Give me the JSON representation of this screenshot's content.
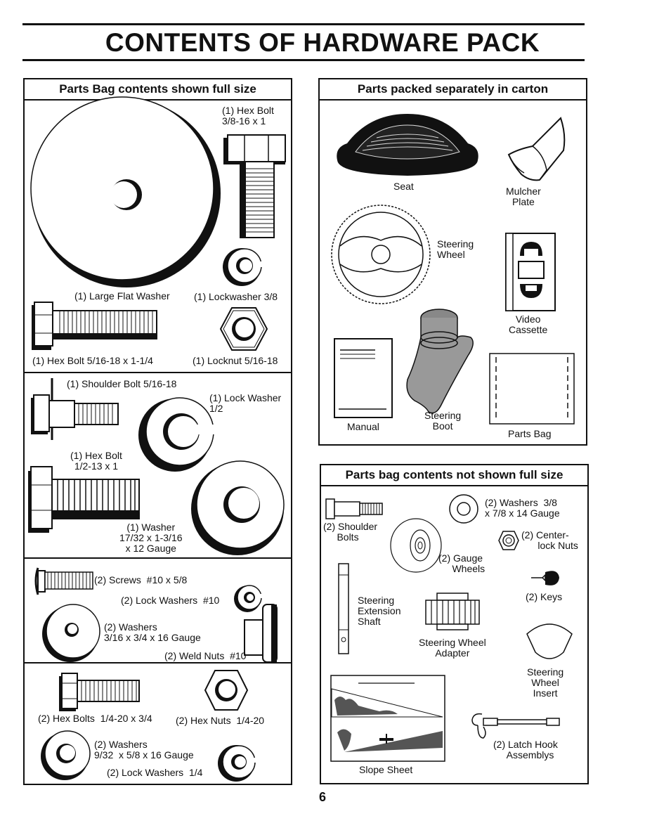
{
  "page": {
    "title": "CONTENTS OF HARDWARE PACK",
    "page_number": "6"
  },
  "left_panel": {
    "heading": "Parts Bag contents shown full size",
    "items": {
      "hex_bolt_3_8": "(1) Hex Bolt\n3/8-16 x 1",
      "large_flat_washer": "(1) Large Flat Washer",
      "lockwasher_3_8": "(1) Lockwasher 3/8",
      "hex_bolt_5_16": "(1) Hex Bolt 5/16-18 x 1-1/4",
      "locknut_5_16": "(1) Locknut 5/16-18",
      "shoulder_bolt": "(1) Shoulder Bolt 5/16-18",
      "lock_washer_1_2": "(1) Lock Washer\n1/2",
      "hex_bolt_1_2": "(1) Hex Bolt\n1/2-13 x 1",
      "washer_17_32": "(1) Washer\n17/32 x 1-3/16\nx 12 Gauge",
      "screws_10": "(2) Screws  #10 x 5/8",
      "lock_washers_10": "(2) Lock Washers  #10",
      "washers_3_16": "(2) Washers\n3/16 x 3/4 x 16 Gauge",
      "weld_nuts_10": "(2) Weld Nuts  #10",
      "hex_bolts_1_4": "(2) Hex Bolts  1/4-20 x 3/4",
      "hex_nuts_1_4": "(2) Hex Nuts  1/4-20",
      "washers_9_32": "(2) Washers\n9/32  x 5/8 x 16 Gauge",
      "lock_washers_1_4": "(2) Lock Washers  1/4"
    }
  },
  "right_top_panel": {
    "heading": "Parts packed separately in carton",
    "items": {
      "seat": "Seat",
      "mulcher_plate": "Mulcher\nPlate",
      "steering_wheel": "Steering\nWheel",
      "video_cassette": "Video\nCassette",
      "manual": "Manual",
      "steering_boot": "Steering\nBoot",
      "parts_bag": "Parts Bag"
    }
  },
  "right_bottom_panel": {
    "heading": "Parts bag contents not shown full size",
    "items": {
      "washers_3_8": "(2) Washers  3/8\nx 7/8 x 14 Gauge",
      "shoulder_bolts": "(2) Shoulder\n     Bolts",
      "center_lock_nuts": "(2) Center-\n      lock Nuts",
      "gauge_wheels": "(2) Gauge\n     Wheels",
      "keys": "(2) Keys",
      "steering_extension_shaft": "Steering\nExtension\nShaft",
      "steering_wheel_adapter": "Steering Wheel\nAdapter",
      "steering_wheel_insert": "Steering\nWheel\nInsert",
      "slope_sheet": "Slope Sheet",
      "latch_hook_assemblys": "(2) Latch Hook\n     Assemblys"
    }
  }
}
